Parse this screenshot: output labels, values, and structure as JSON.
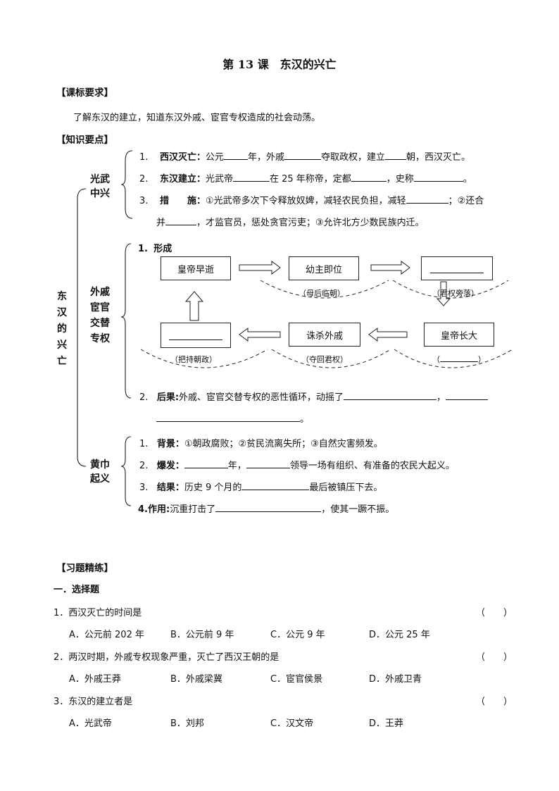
{
  "title": "第 13 课　东汉的兴亡",
  "sections": {
    "standards": "【课标要求】",
    "standards_text": "了解东汉的建立，知道东汉外戚、宦官专权造成的社会动荡。",
    "knowledge": "【知识要点】",
    "exercise": "【习题精练】",
    "choice": "一．选择题"
  },
  "outline": {
    "root": [
      "东",
      "汉",
      "的",
      "兴",
      "亡"
    ],
    "g1": {
      "label": [
        "光武",
        "中兴"
      ],
      "items": [
        {
          "n": "1.",
          "head": "西汉灭亡：",
          "t1": "公元",
          "t2": "年，外戚",
          "t3": "夺取政权，建立",
          "t4": "朝，西汉灭亡。"
        },
        {
          "n": "2.",
          "head": "东汉建立：",
          "t1": "光武帝",
          "t2": "在 25 年称帝，定都",
          "t3": "，史称",
          "t4": "。"
        },
        {
          "n": "3.",
          "head": "措　　施：",
          "t1": "①光武帝多次下令释放奴婢，减轻农民负担，减轻",
          "t2": "；②还合",
          "t3": "并",
          "t4": "，才监官员，惩处贪官污吏；③允许北方少数民族内迁。"
        }
      ]
    },
    "g2": {
      "label": [
        "外戚",
        "宦官",
        "交替",
        "专权"
      ],
      "form_n": "1.",
      "form": "形成",
      "boxes": {
        "b1": "皇帝早逝",
        "b2": "幼主即位",
        "b4": "皇帝长大",
        "b5": "诛杀外戚"
      },
      "caps": {
        "c1": "（母后临朝）",
        "c2": "（君权旁落）",
        "c3": "（",
        "c3b": "）",
        "c4": "（夺回君权）",
        "c5": "（把持朝政）"
      },
      "result_n": "2.",
      "result_head": "后果:",
      "result_t": "外戚、宦官交替专权的恶性循环，动摇了",
      "comma": "，",
      "end": "。"
    },
    "g3": {
      "label": [
        "黄巾",
        "起义"
      ],
      "items": [
        {
          "n": "1.",
          "head": "背景：",
          "t1": "①朝政腐败；②贫民流离失所；③自然灾害频发。"
        },
        {
          "n": "2.",
          "head": "爆发：",
          "t1": "年，",
          "t2": "领导一场有组织、有准备的农民大起义。"
        },
        {
          "n": "3.",
          "head": "结果：",
          "t1": "历史 9 个月的",
          "t2": "最后被镇压下去。"
        },
        {
          "n": "4.",
          "head": "作用:",
          "t1": "沉重打击了",
          "t2": "，使其一蹶不振。"
        }
      ]
    }
  },
  "questions": [
    {
      "stem": "1．西汉灭亡的时间是",
      "paren": "（　　）",
      "options": [
        "A．公元前 202 年",
        "B．公元前 9 年",
        "C．公元 9 年",
        "D．公元 25 年"
      ]
    },
    {
      "stem": "2．两汉时期，外戚专权现象严重，灭亡了西汉王朝的是",
      "paren": "（　　）",
      "options": [
        "A．外戚王莽",
        "B．外戚梁冀",
        "C．宦官侯景",
        "D．外戚卫青"
      ]
    },
    {
      "stem": "3．东汉的建立者是",
      "paren": "（　　）",
      "options": [
        "A．光武帝",
        "B．刘邦",
        "C．汉文帝",
        "D．王莽"
      ]
    }
  ]
}
